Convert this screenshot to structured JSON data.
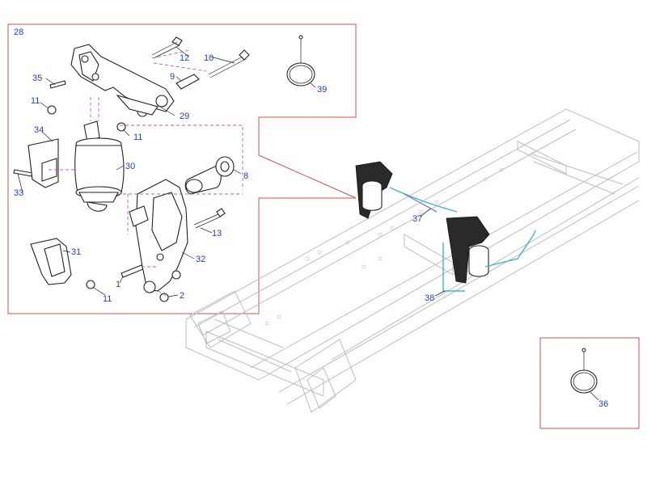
{
  "diagram": {
    "group_label": "28",
    "callouts": {
      "c1": "1",
      "c2": "2",
      "c8": "8",
      "c9": "9",
      "c10": "10",
      "c11a": "11",
      "c11b": "11",
      "c11c": "11",
      "c12": "12",
      "c13": "13",
      "c29": "29",
      "c30": "30",
      "c31": "31",
      "c32": "32",
      "c33": "33",
      "c34": "34",
      "c35": "35",
      "c36": "36",
      "c37": "37",
      "c38": "38",
      "c39": "39"
    }
  }
}
